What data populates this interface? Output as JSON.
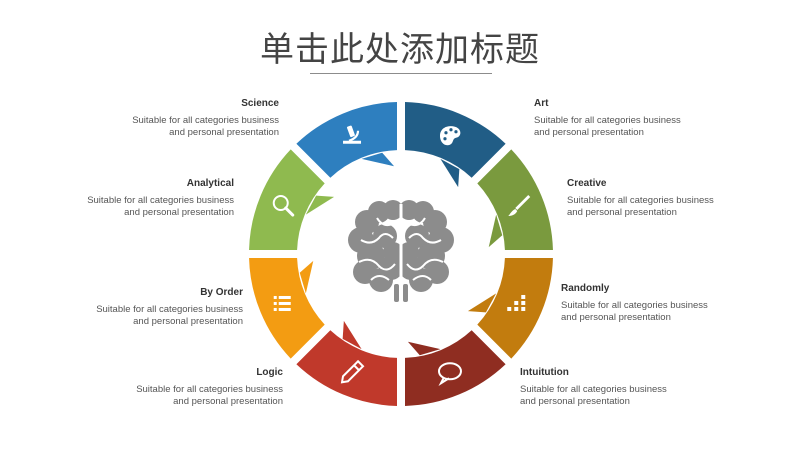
{
  "title": "单击此处添加标题",
  "segments": [
    {
      "key": "science",
      "icon": "microscope-icon",
      "color": "#2e7fbf",
      "head": "Science",
      "line1": "Suitable for all categories business",
      "line2": "and personal presentation"
    },
    {
      "key": "art",
      "icon": "palette-icon",
      "color": "#215d86",
      "head": "Art",
      "line1": "Suitable for all categories business",
      "line2": "and personal presentation"
    },
    {
      "key": "creative",
      "icon": "brush-icon",
      "color": "#7a9a3e",
      "head": "Creative",
      "line1": "Suitable for all categories business",
      "line2": "and personal presentation"
    },
    {
      "key": "randomly",
      "icon": "grid-icon",
      "color": "#c27c0e",
      "head": "Randomly",
      "line1": "Suitable for all categories business",
      "line2": "and personal presentation"
    },
    {
      "key": "intuitution",
      "icon": "speech-bubble-icon",
      "color": "#8f2d21",
      "head": "Intuitution",
      "line1": "Suitable for all categories business",
      "line2": "and personal presentation"
    },
    {
      "key": "logic",
      "icon": "pencil-icon",
      "color": "#c0392b",
      "head": "Logic",
      "line1": "Suitable for all categories business",
      "line2": "and personal presentation"
    },
    {
      "key": "by-order",
      "icon": "list-icon",
      "color": "#f39c12",
      "head": "By Order",
      "line1": "Suitable for all categories business",
      "line2": "and personal presentation"
    },
    {
      "key": "analytical",
      "icon": "magnifier-icon",
      "color": "#8fba4f",
      "head": "Analytical",
      "line1": "Suitable for all categories business",
      "line2": "and personal presentation"
    }
  ],
  "center_icon": "brain-icon",
  "center_color": "#8c8c8c"
}
